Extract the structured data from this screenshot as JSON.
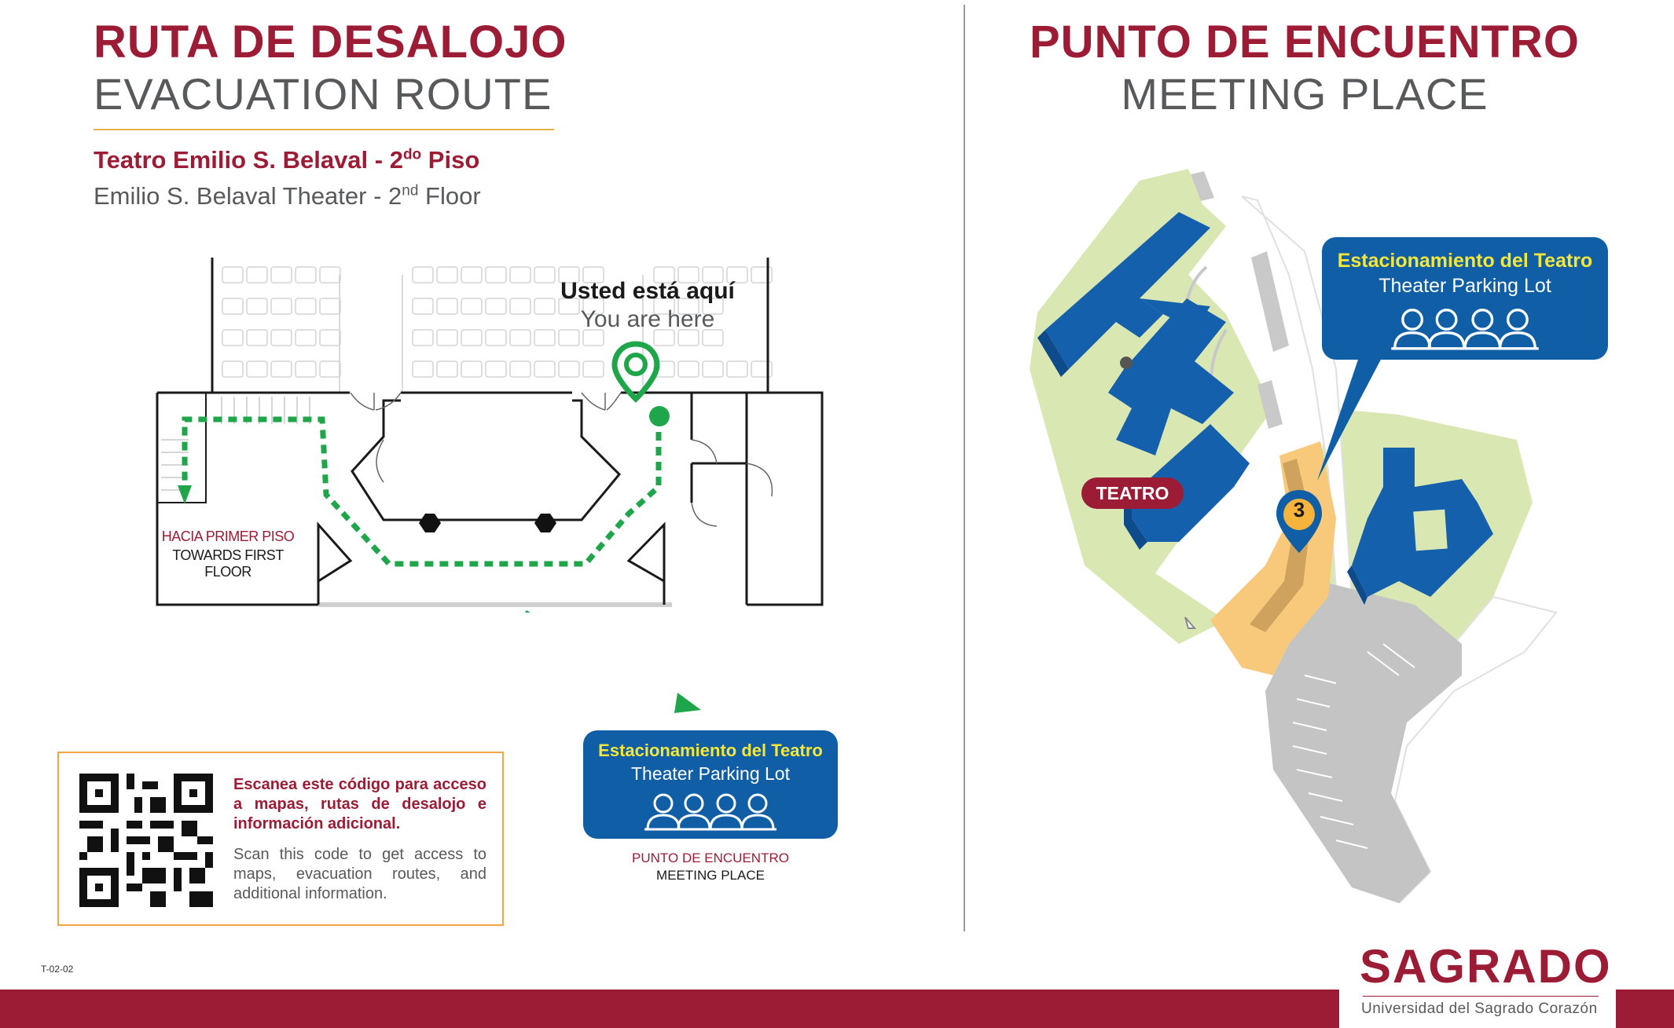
{
  "left": {
    "title_es": "RUTA DE DESALOJO",
    "title_en": "EVACUATION ROUTE",
    "building_es": "Teatro Emilio S. Belaval - 2",
    "building_es_sup": "do",
    "building_es_tail": " Piso",
    "building_en": "Emilio S. Belaval Theater - 2",
    "building_en_sup": "nd",
    "building_en_tail": " Floor",
    "you_are_here_es": "Usted está aquí",
    "you_are_here_en": "You are here",
    "stairs_es": "HACIA PRIMER PISO",
    "stairs_en": "TOWARDS FIRST FLOOR",
    "callout_es": "Estacionamiento del Teatro",
    "callout_en": "Theater Parking Lot",
    "meeting_es": "PUNTO DE ENCUENTRO",
    "meeting_en": "MEETING PLACE",
    "qr_es": "Escanea este código para acceso a mapas, rutas de desalojo e información adicional.",
    "qr_en": "Scan this code to get access to maps, evacuation routes, and additional information.",
    "code": "T-02-02"
  },
  "right": {
    "title_es": "PUNTO DE ENCUENTRO",
    "title_en": "MEETING PLACE",
    "callout_es": "Estacionamiento del Teatro",
    "callout_en": "Theater Parking Lot",
    "teatro_label": "TEATRO",
    "marker_number": "3"
  },
  "logo": {
    "name": "SAGRADO",
    "tagline": "Universidad del Sagrado Corazón"
  },
  "colors": {
    "brand_red": "#9d1c35",
    "gray_text": "#58595b",
    "route_green": "#1fa64a",
    "callout_blue": "#0f5ea6",
    "callout_yellow": "#f4e73a",
    "building_blue": "#1560ad",
    "meeting_orange": "#f9c97a",
    "lawn_green": "#d8e8b0"
  },
  "icons": [
    "location-pin-icon",
    "people-group-icon",
    "qr-code-icon",
    "north-arrow-icon"
  ]
}
